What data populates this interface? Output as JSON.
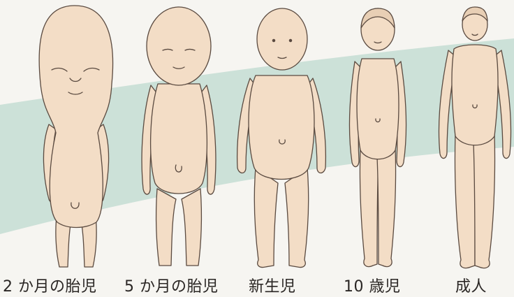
{
  "figures": [
    {
      "label": "2 か月の胎児"
    },
    {
      "label": "5 か月の胎児"
    },
    {
      "label": "新生児"
    },
    {
      "label": "10 歳児"
    },
    {
      "label": "成人"
    }
  ],
  "colors": {
    "background": "#f6f5f1",
    "band": "#c4ddd4",
    "skin": "#f3ddc6",
    "outline": "#5a4a40",
    "text": "#2a2624"
  }
}
